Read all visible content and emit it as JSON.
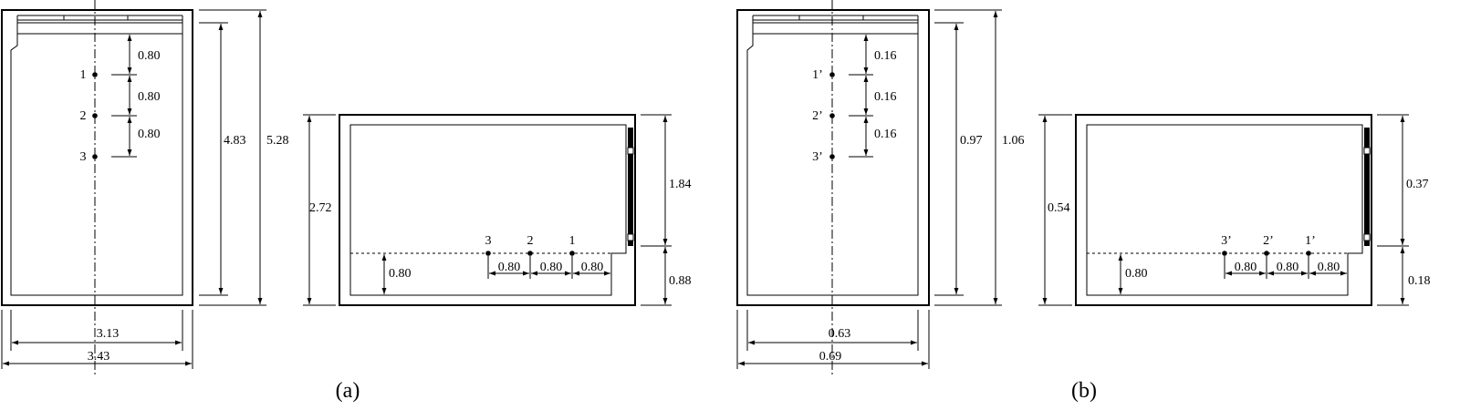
{
  "panel_a": {
    "caption": "(a)",
    "plan": {
      "spacing_1": "0.80",
      "spacing_2": "0.80",
      "spacing_3": "0.80",
      "height_inner": "4.83",
      "height_outer": "5.28",
      "width_inner": "3.13",
      "width_outer": "3.43",
      "point_labels": [
        "1",
        "2",
        "3"
      ]
    },
    "section": {
      "height_total": "2.72",
      "height_upper": "1.84",
      "height_lower": "0.88",
      "line_height": "0.80",
      "spacing_1": "0.80",
      "spacing_2": "0.80",
      "spacing_3": "0.80",
      "point_labels": [
        "3",
        "2",
        "1"
      ]
    }
  },
  "panel_b": {
    "caption": "(b)",
    "plan": {
      "spacing_1": "0.16",
      "spacing_2": "0.16",
      "spacing_3": "0.16",
      "height_inner": "0.97",
      "height_outer": "1.06",
      "width_inner": "0.63",
      "width_outer": "0.69",
      "point_labels": [
        "1’",
        "2’",
        "3’"
      ]
    },
    "section": {
      "height_total": "0.54",
      "height_upper": "0.37",
      "height_lower": "0.18",
      "line_height": "0.80",
      "spacing_1": "0.80",
      "spacing_2": "0.80",
      "spacing_3": "0.80",
      "point_labels": [
        "3’",
        "2’",
        "1’"
      ]
    }
  }
}
